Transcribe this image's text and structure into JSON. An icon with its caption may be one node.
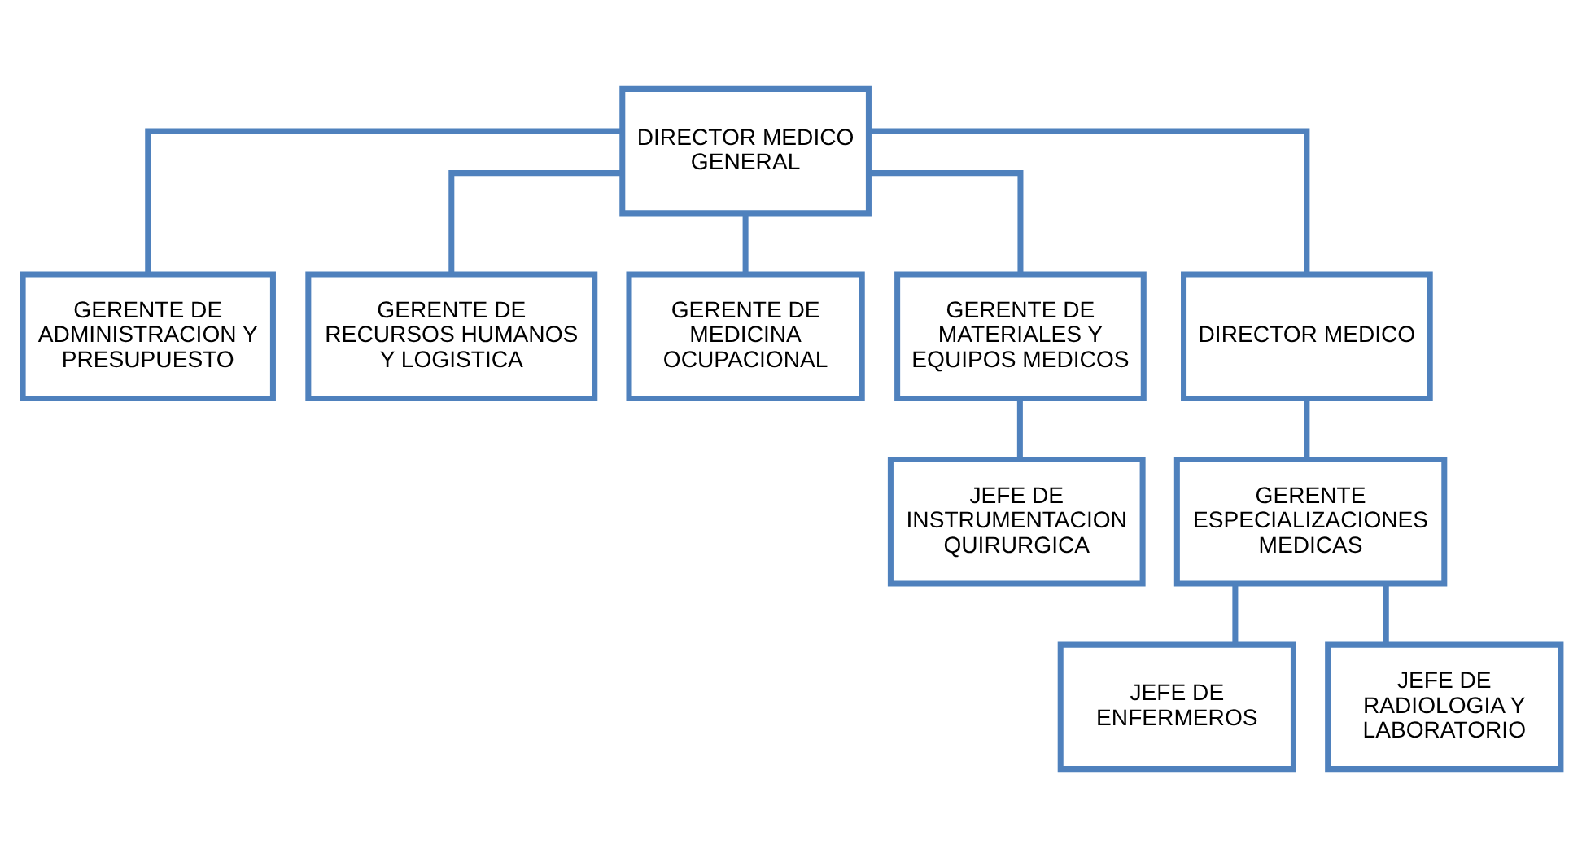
{
  "diagram": {
    "nodes": [
      {
        "text": [
          "DIRECTOR MEDICO GENERAL"
        ]
      },
      {
        "text": [
          "GERENTE DE ADMINISTRACION Y PRESUPUESTO"
        ]
      },
      {
        "text": [
          "GERENTE DE RECURSOS HUMANOS Y LOGISTICA"
        ]
      },
      {
        "text": [
          "GERENTE DE MEDICINA OCUPACIONAL"
        ]
      },
      {
        "text": [
          "GERENTE DE MATERIALES Y EQUIPOS MEDICOS"
        ]
      },
      {
        "text": [
          "DIRECTOR MEDICO"
        ]
      },
      {
        "text": [
          "JEFE DE INSTRUMENTACION QUIRURGICA"
        ]
      },
      {
        "text": [
          "GERENTE ESPECIALIZACIONES MEDICAS"
        ]
      },
      {
        "text": [
          "JEFE DE ENFERMEROS"
        ]
      },
      {
        "text": [
          "JEFE DE RADIOLOGIA Y LABORATORIO"
        ]
      }
    ],
    "edges": [
      {
        "from": 0,
        "to": 1,
        "arrow": "none"
      },
      {
        "from": 0,
        "to": 2,
        "arrow": "none"
      },
      {
        "from": 0,
        "to": 3,
        "arrow": "none"
      },
      {
        "from": 0,
        "to": 4,
        "arrow": "none"
      },
      {
        "from": 0,
        "to": 5,
        "arrow": "none"
      },
      {
        "from": 4,
        "to": 6,
        "arrow": "none"
      },
      {
        "from": 5,
        "to": 7,
        "arrow": "none"
      },
      {
        "from": 7,
        "to": 8,
        "arrow": "none"
      },
      {
        "from": 7,
        "to": 9,
        "arrow": "none"
      }
    ]
  }
}
